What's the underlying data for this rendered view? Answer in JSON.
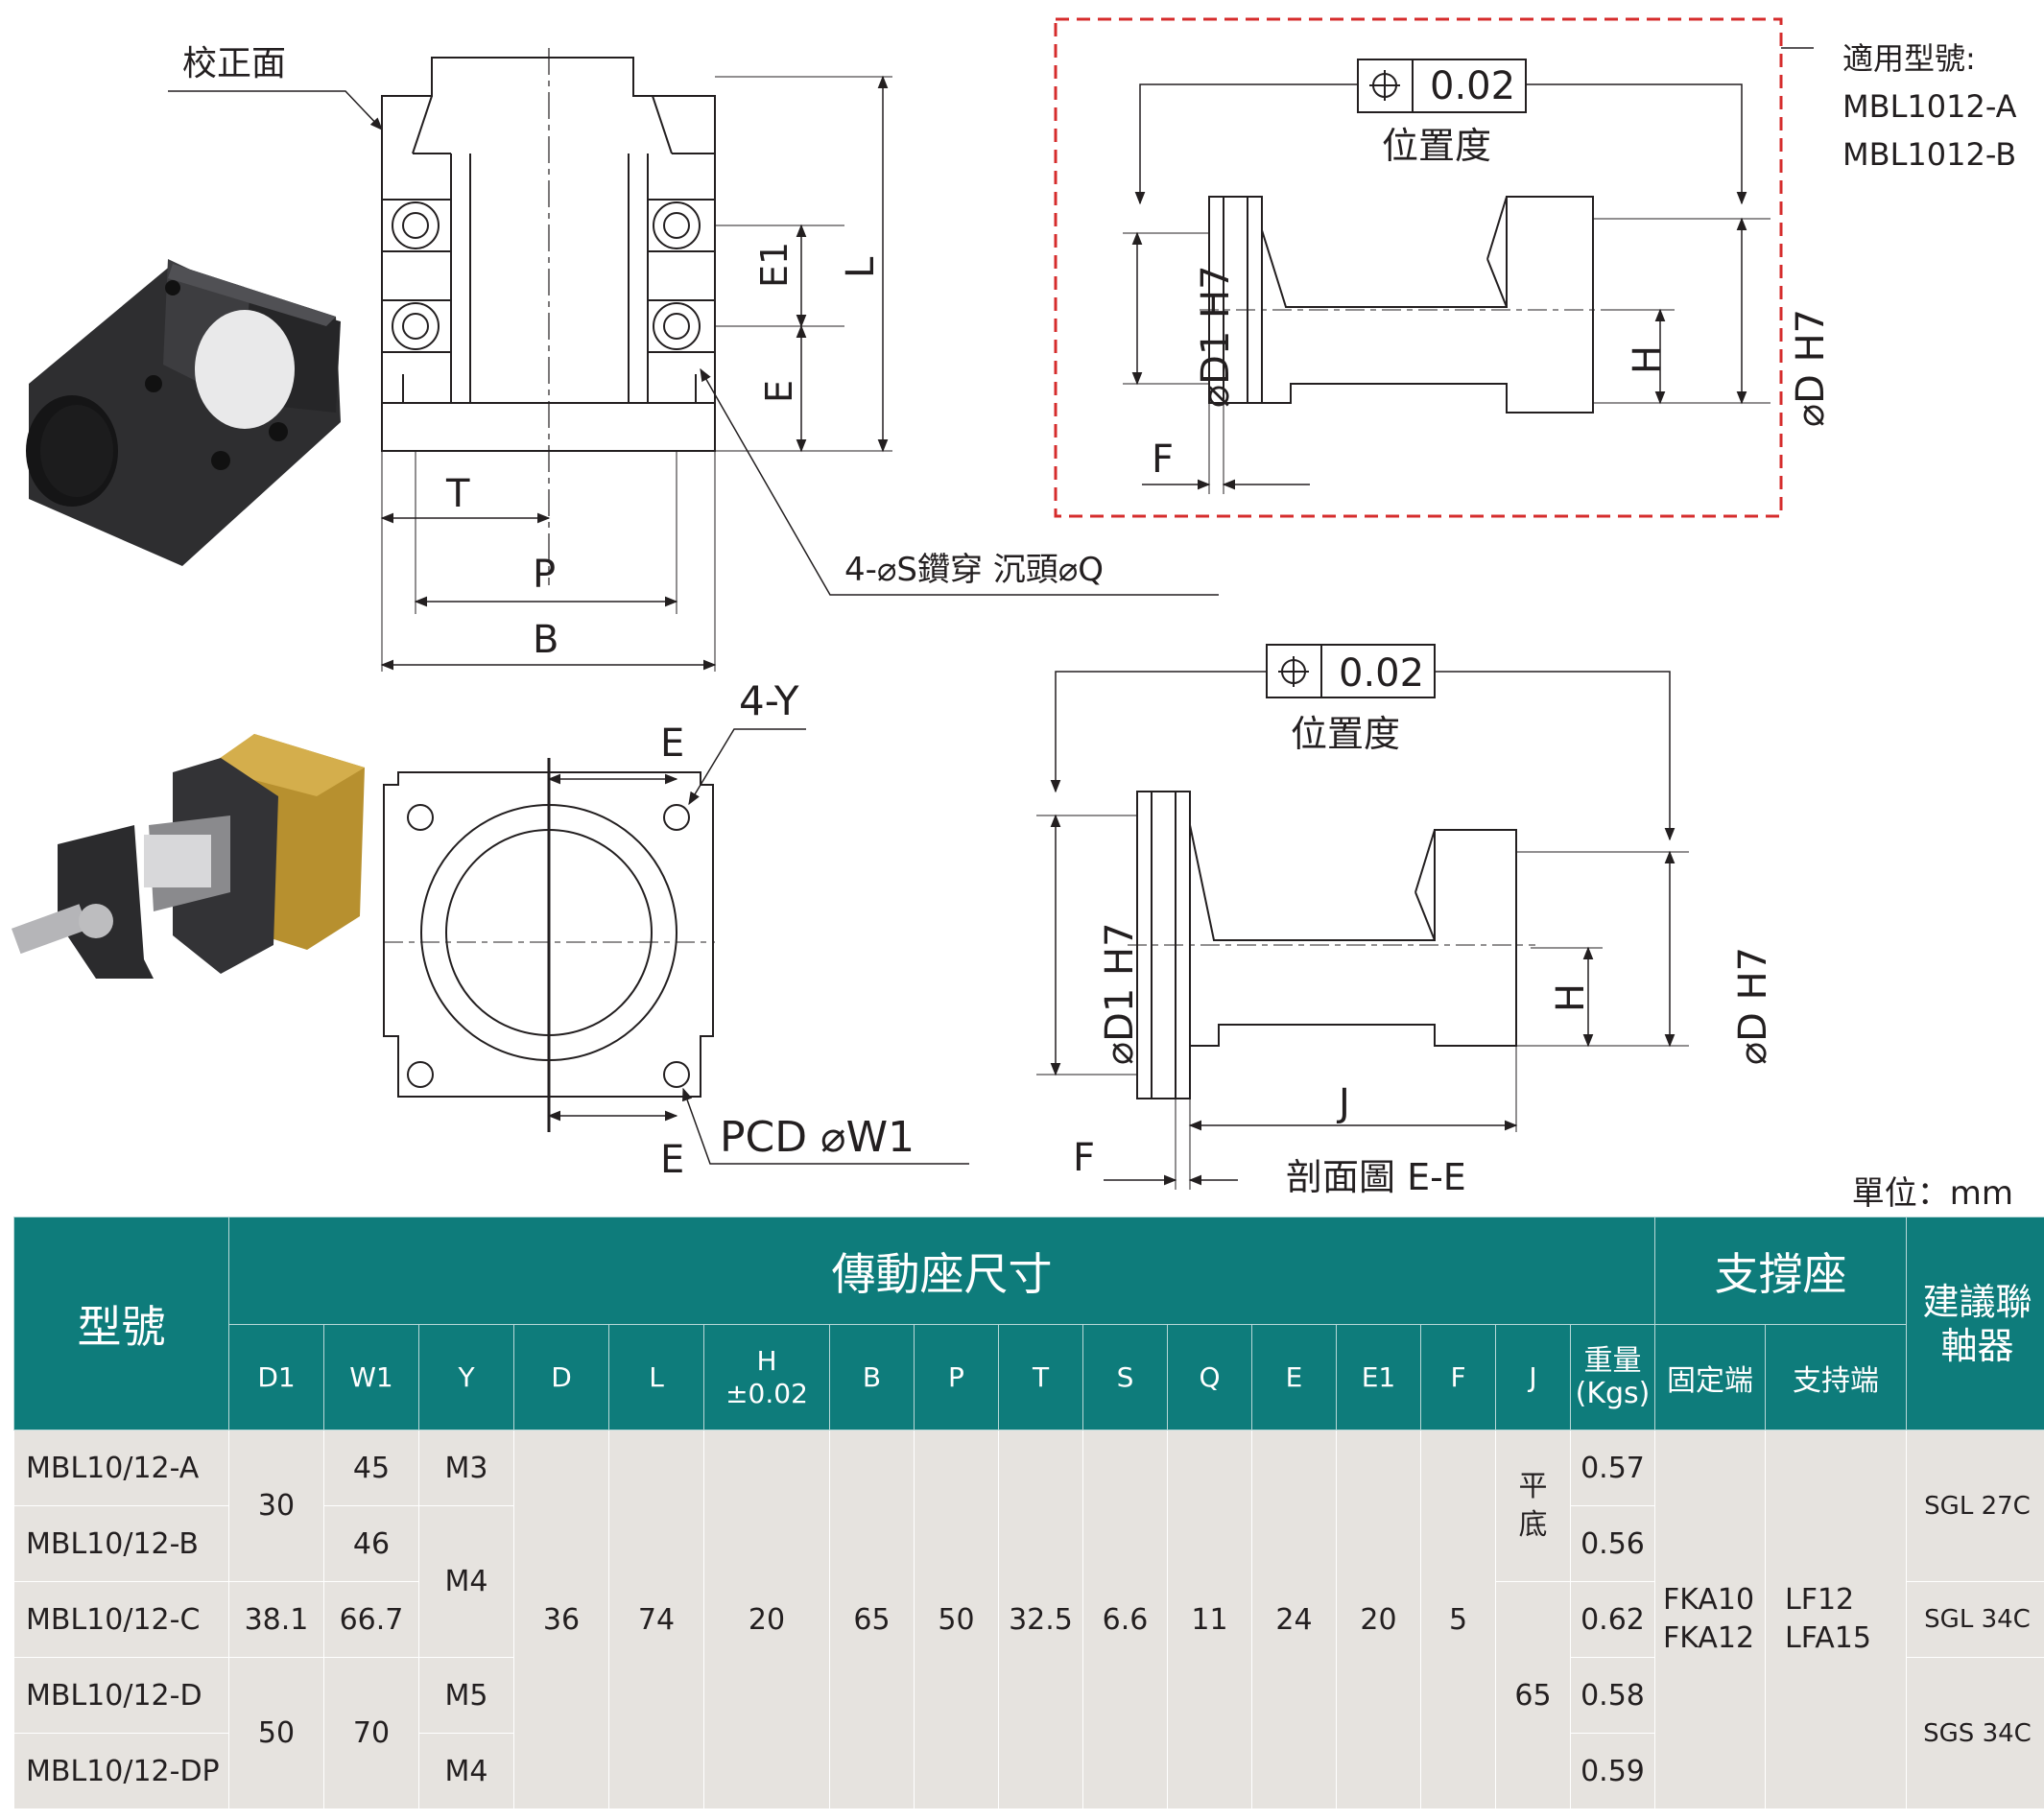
{
  "drawing": {
    "top_front": {
      "callout": "校正面",
      "dims": {
        "L": "L",
        "E1": "E1",
        "E": "E",
        "T": "T",
        "P": "P",
        "B": "B"
      },
      "hole_note": "4-⌀S鑽穿 沉頭⌀Q"
    },
    "top_section": {
      "tolerance_value": "0.02",
      "tolerance_label": "位置度",
      "applicable_title": "適用型號:",
      "applicable_models": [
        "MBL1012-A",
        "MBL1012-B"
      ],
      "labels": {
        "d1": "⌀D1 H7",
        "d": "⌀D H7",
        "h": "H",
        "f": "F"
      }
    },
    "bottom_front": {
      "label_4y": "4-Y",
      "label_e_top": "E",
      "label_e_bottom": "E",
      "pcd": "PCD ⌀W1"
    },
    "bottom_section": {
      "tolerance_value": "0.02",
      "tolerance_label": "位置度",
      "labels": {
        "d1": "⌀D1 H7",
        "d": "⌀D H7",
        "h": "H",
        "j": "J",
        "f": "F"
      },
      "caption": "剖面圖 E-E"
    }
  },
  "unit": "單位：mm",
  "table": {
    "header": {
      "model": "型號",
      "group_dims": "傳動座尺寸",
      "group_support": "支撐座",
      "coupling": "建議聯軸器",
      "cols": [
        "D1",
        "W1",
        "Y",
        "D",
        "L",
        "H\n±0.02",
        "B",
        "P",
        "T",
        "S",
        "Q",
        "E",
        "E1",
        "F",
        "J",
        "重量\n(Kgs)"
      ],
      "fixed_end": "固定端",
      "support_end": "支持端"
    },
    "models": [
      "MBL10/12-A",
      "MBL10/12-B",
      "MBL10/12-C",
      "MBL10/12-D",
      "MBL10/12-DP"
    ],
    "d1": [
      "30",
      "38.1",
      "50"
    ],
    "w1": [
      "45",
      "46",
      "66.7",
      "70"
    ],
    "y": [
      "M3",
      "M4",
      "M5",
      "M4"
    ],
    "common": {
      "D": "36",
      "L": "74",
      "H": "20",
      "B": "65",
      "P": "50",
      "T": "32.5",
      "S": "6.6",
      "Q": "11",
      "E": "24",
      "E1": "20",
      "F": "5"
    },
    "j": [
      "平\n底",
      "65"
    ],
    "weights": [
      "0.57",
      "0.56",
      "0.62",
      "0.58",
      "0.59"
    ],
    "fixed_end": "FKA10\nFKA12",
    "support_end": "LF12\nLFA15",
    "coupling": [
      "SGL 27C",
      "SGL 34C",
      "SGS 34C"
    ]
  }
}
